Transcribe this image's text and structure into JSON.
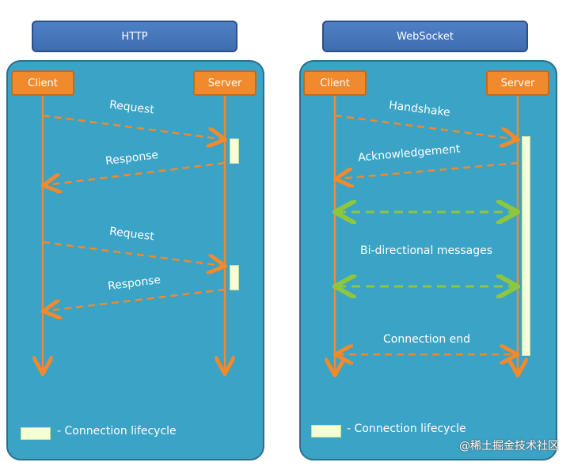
{
  "http": {
    "title": "HTTP",
    "client": "Client",
    "server": "Server",
    "messages": [
      "Request",
      "Response",
      "Request",
      "Response"
    ],
    "legend": "- Connection lifecycle"
  },
  "websocket": {
    "title": "WebSocket",
    "client": "Client",
    "server": "Server",
    "messages": [
      "Handshake",
      "Acknowledgement",
      "Bi-directional messages",
      "Connection end"
    ],
    "legend": "- Connection lifecycle"
  },
  "watermark": "@稀土掘金技术社区",
  "colors": {
    "panel": "#3aa3c6",
    "title": "#4f7fc6",
    "actor": "#f08a2c",
    "arrow_orange": "#f08a2c",
    "arrow_green": "#8dc63f",
    "lifecycle": "#f4ffd6"
  }
}
